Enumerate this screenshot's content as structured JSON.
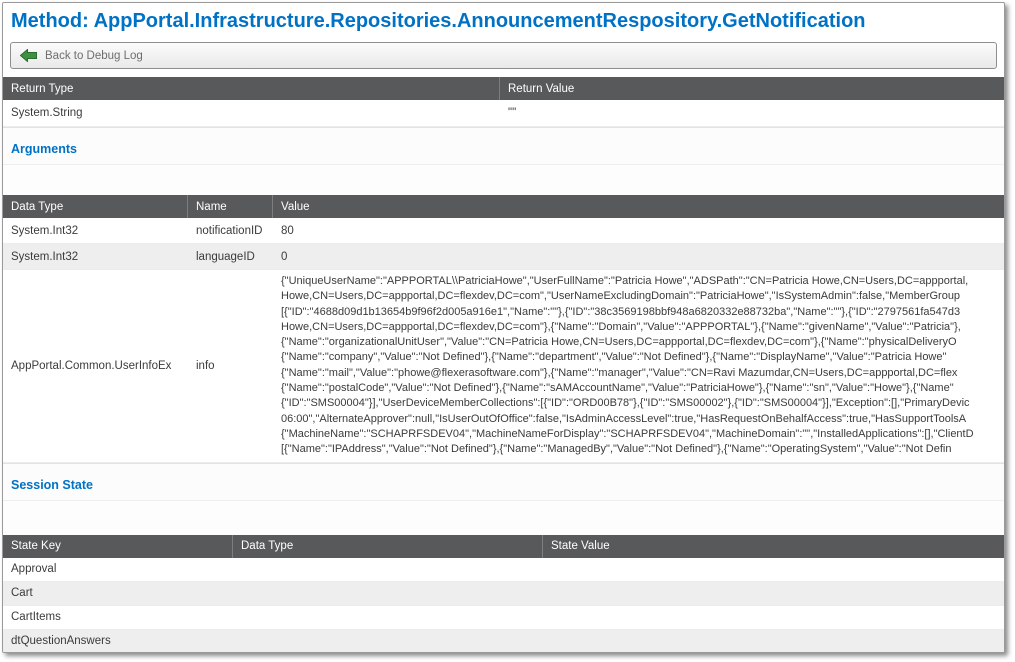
{
  "page": {
    "title": "Method: AppPortal.Infrastructure.Repositories.AnnouncementRespository.GetNotification"
  },
  "toolbar": {
    "back_label": "Back to Debug Log"
  },
  "return_table": {
    "col_return_type": "Return Type",
    "col_return_value": "Return Value",
    "row": {
      "return_type": "System.String",
      "return_value": "\"\""
    }
  },
  "arguments": {
    "section_label": "Arguments",
    "col_data_type": "Data Type",
    "col_name": "Name",
    "col_value": "Value",
    "rows": [
      {
        "data_type": "System.Int32",
        "name": "notificationID",
        "value": "80"
      },
      {
        "data_type": "System.Int32",
        "name": "languageID",
        "value": "0"
      },
      {
        "data_type": "AppPortal.Common.UserInfoEx",
        "name": "info",
        "value": "{\"UniqueUserName\":\"APPPORTAL\\\\PatriciaHowe\",\"UserFullName\":\"Patricia Howe\",\"ADSPath\":\"CN=Patricia Howe,CN=Users,DC=appportal,\nHowe,CN=Users,DC=appportal,DC=flexdev,DC=com\",\"UserNameExcludingDomain\":\"PatriciaHowe\",\"IsSystemAdmin\":false,\"MemberGroup\n[{\"ID\":\"4688d09d1b13654b9f96f2d005a916e1\",\"Name\":\"\"},{\"ID\":\"38c3569198bbf948a6820332e88732ba\",\"Name\":\"\"},{\"ID\":\"2797561fa547d3\nHowe,CN=Users,DC=appportal,DC=flexdev,DC=com\"},{\"Name\":\"Domain\",\"Value\":\"APPPORTAL\"},{\"Name\":\"givenName\",\"Value\":\"Patricia\"},\n{\"Name\":\"organizationalUnitUser\",\"Value\":\"CN=Patricia Howe,CN=Users,DC=appportal,DC=flexdev,DC=com\"},{\"Name\":\"physicalDeliveryO\n{\"Name\":\"company\",\"Value\":\"Not Defined\"},{\"Name\":\"department\",\"Value\":\"Not Defined\"},{\"Name\":\"DisplayName\",\"Value\":\"Patricia Howe\"\n{\"Name\":\"mail\",\"Value\":\"phowe@flexerasoftware.com\"},{\"Name\":\"manager\",\"Value\":\"CN=Ravi Mazumdar,CN=Users,DC=appportal,DC=flex\n{\"Name\":\"postalCode\",\"Value\":\"Not Defined\"},{\"Name\":\"sAMAccountName\",\"Value\":\"PatriciaHowe\"},{\"Name\":\"sn\",\"Value\":\"Howe\"},{\"Name\"\n{\"ID\":\"SMS00004\"}],\"UserDeviceMemberCollections\":[{\"ID\":\"ORD00B78\"},{\"ID\":\"SMS00002\"},{\"ID\":\"SMS00004\"}],\"Exception\":[],\"PrimaryDevic\n06:00\",\"AlternateApprover\":null,\"IsUserOutOfOffice\":false,\"IsAdminAccessLevel\":true,\"HasRequestOnBehalfAccess\":true,\"HasSupportToolsA\n{\"MachineName\":\"SCHAPRFSDEV04\",\"MachineNameForDisplay\":\"SCHAPRFSDEV04\",\"MachineDomain\":\"\",\"InstalledApplications\":[],\"ClientD\n[{\"Name\":\"IPAddress\",\"Value\":\"Not Defined\"},{\"Name\":\"ManagedBy\",\"Value\":\"Not Defined\"},{\"Name\":\"OperatingSystem\",\"Value\":\"Not Defin"
      }
    ]
  },
  "session_state": {
    "section_label": "Session State",
    "col_state_key": "State Key",
    "col_data_type": "Data Type",
    "col_state_value": "State Value",
    "rows": [
      {
        "state_key": "Approval",
        "data_type": "",
        "state_value": ""
      },
      {
        "state_key": "Cart",
        "data_type": "",
        "state_value": ""
      },
      {
        "state_key": "CartItems",
        "data_type": "",
        "state_value": ""
      },
      {
        "state_key": "dtQuestionAnswers",
        "data_type": "",
        "state_value": ""
      }
    ]
  }
}
